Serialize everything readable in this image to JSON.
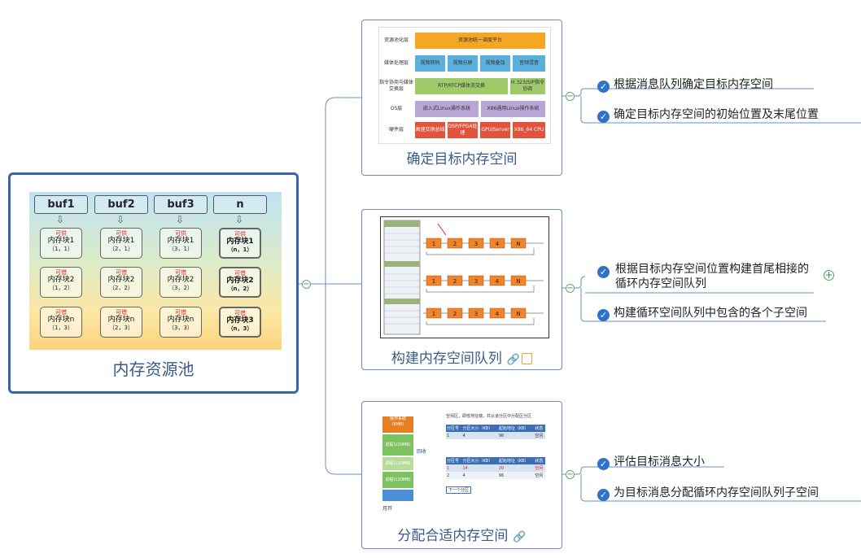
{
  "root": {
    "label": "内存资源池",
    "columns": [
      "buf1",
      "buf2",
      "buf3",
      "n"
    ],
    "rows": [
      [
        {
          "status": "可供",
          "name": "内存块1",
          "coord": "（1，1）"
        },
        {
          "status": "可供",
          "name": "内存块1",
          "coord": "（2，1）"
        },
        {
          "status": "可供",
          "name": "内存块1",
          "coord": "（3，1）"
        },
        {
          "status": "可供",
          "name": "内存块1",
          "coord": "（n，1）"
        }
      ],
      [
        {
          "status": "可借",
          "name": "内存块2",
          "coord": "（1，2）"
        },
        {
          "status": "可借",
          "name": "内存块2",
          "coord": "（2，2）"
        },
        {
          "status": "可借",
          "name": "内存块2",
          "coord": "（3，2）"
        },
        {
          "status": "可借",
          "name": "内存块2",
          "coord": "（n，2）"
        }
      ],
      [
        {
          "status": "可借",
          "name": "内存块n",
          "coord": "（1，3）"
        },
        {
          "status": "可借",
          "name": "内存块n",
          "coord": "（2，3）"
        },
        {
          "status": "可借",
          "name": "内存块n",
          "coord": "（3，3）"
        },
        {
          "status": "可借",
          "name": "内存块3",
          "coord": "（n，3）"
        }
      ]
    ]
  },
  "topics": [
    {
      "label": "确定目标内存空间",
      "subtopics": [
        "根据消息队列确定目标内存空间",
        "确定目标内存空间的初始位置及末尾位置"
      ],
      "thumb": {
        "rows": [
          {
            "label": "资源池化层",
            "boxes": [
              "资源池统一调度平台"
            ]
          },
          {
            "label": "媒体处理层",
            "boxes": [
              "视频转码",
              "视频分屏",
              "视频叠加",
              "音频混音"
            ]
          },
          {
            "label": "指令协商与媒体交换层",
            "boxes": [
              "RTP/RTCP媒体流交换",
              "H.323/SIP指令协商"
            ]
          },
          {
            "label": "OS层",
            "boxes": [
              "嵌入式Linux操作系统",
              "X86通用Linux操作系统"
            ]
          },
          {
            "label": "硬件层",
            "boxes": [
              "高速交换总线",
              "DSP/FPGA处理",
              "GPU/Server",
              "X86_64 CPU"
            ]
          }
        ]
      }
    },
    {
      "label": "构建内存空间队列",
      "subtopics": [
        "根据目标内存空间位置构建首尾相接的循环内存空间队列",
        "构建循环空间队列中包含的各个子空间"
      ],
      "thumb": {
        "nodes": [
          "1",
          "2",
          "3",
          "4",
          "N"
        ]
      }
    },
    {
      "label": "分配合适内存空间",
      "subtopics": [
        "评估目标消息大小",
        "为目标消息分配循环内存空间队列子空间"
      ],
      "thumb": {
        "note": "空闲区，即低地址端，并从该分区中分配区分区",
        "table_headers": [
          "分区号",
          "分区大小（KB）",
          "起始地址（KB）",
          "状态"
        ],
        "table1": [
          [
            "1",
            "4",
            "96",
            "空闲"
          ]
        ],
        "table2": [
          [
            "1",
            "14",
            "20",
            "空闲"
          ],
          [
            "2",
            "4",
            "96",
            "空闲"
          ]
        ],
        "bars": [
          "操作系统（8MB）",
          "进程1(20MB)",
          "进程1(10MB)",
          "进程1(10MB)"
        ],
        "arrow_label": "回收",
        "side_label": "下一个分区",
        "bottom_label": "月开"
      }
    }
  ]
}
